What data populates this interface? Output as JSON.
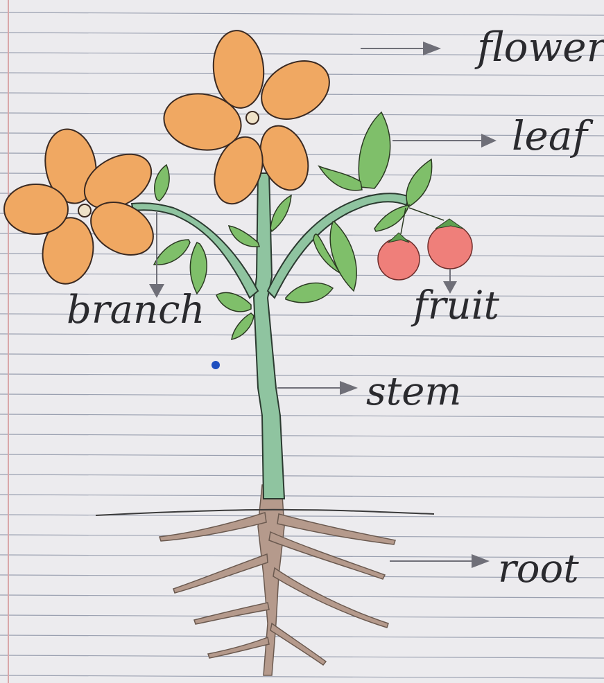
{
  "colors": {
    "paper": "#ecebee",
    "rule": "#9aa0b0",
    "margin": "#d9a6a8",
    "petal": "#f0a862",
    "petal_outline": "#3b2a22",
    "stem": "#8fc4a0",
    "leaf": "#7fbf6a",
    "fruit": "#ef7f7a",
    "root": "#b59a8c",
    "arrow": "#6f6f78",
    "ink": "#2a2a2e",
    "dot": "#1f4fbf"
  },
  "labels": {
    "flower": "flower",
    "leaf": "leaf",
    "branch": "branch",
    "fruit": "fruit",
    "stem": "stem",
    "root": "root"
  }
}
